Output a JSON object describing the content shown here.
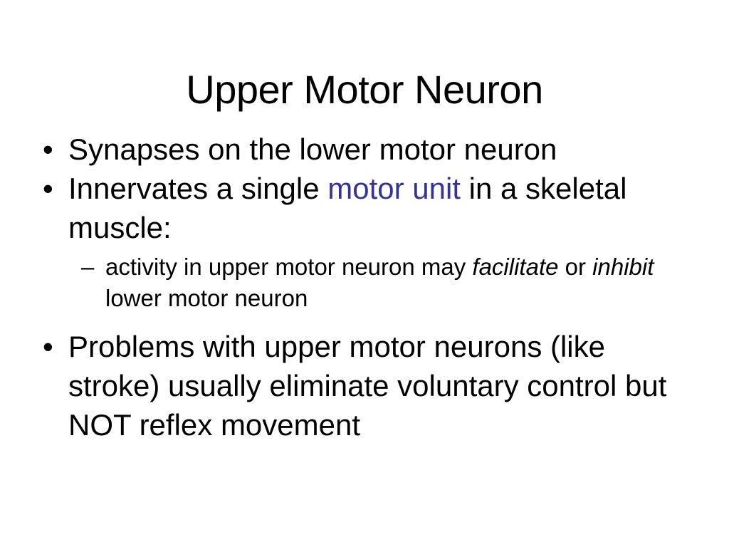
{
  "slide": {
    "title": "Upper Motor Neuron",
    "background_color": "#ffffff",
    "text_color": "#000000",
    "accent_color": "#333399",
    "bullet_marker": "•",
    "sub_bullet_marker": "–",
    "bullets": [
      {
        "marker": "•",
        "text": "Synapses on the lower motor neuron"
      },
      {
        "marker": "•",
        "text_before_accent": "Innervates a single ",
        "accent_text": "motor unit",
        "text_after_accent": " in a skeletal muscle:",
        "sub_bullets": [
          {
            "marker": "–",
            "part1": "activity in upper motor neuron may ",
            "italic1": "facilitate",
            "part2": " or ",
            "italic2": "inhibit",
            "part3": " lower motor neuron"
          }
        ]
      },
      {
        "marker": "•",
        "text": "Problems with upper motor neurons (like stroke) usually eliminate voluntary control but NOT reflex movement"
      }
    ]
  }
}
